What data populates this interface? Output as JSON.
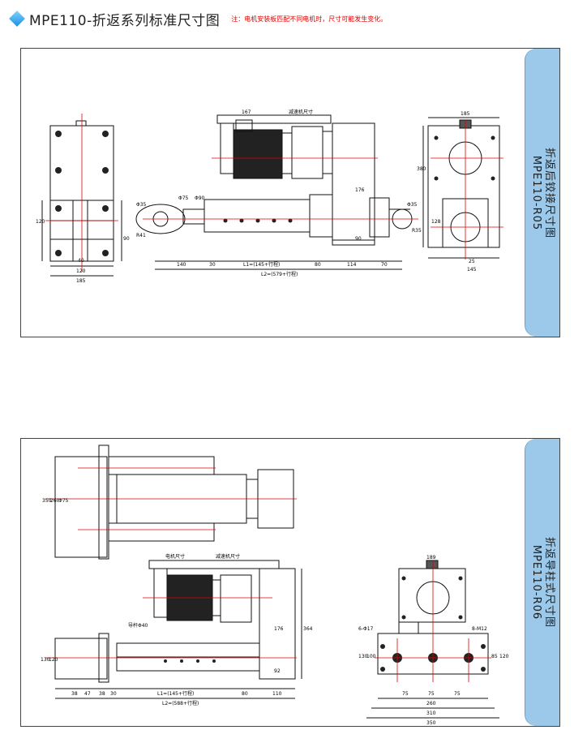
{
  "header": {
    "title": "MPE110-折返系列标准尺寸图",
    "note": "注：电机安装板匹配不同电机时，尺寸可能发生变化。"
  },
  "colors": {
    "accent": "#9cc9ea",
    "centerline": "#e00000",
    "note": "#e00000"
  },
  "panel1": {
    "side_line1": "折返后铰接尺寸图",
    "side_line2": "MPE110-R05",
    "labels": {
      "l167": "167",
      "reducer": "减速机尺寸",
      "d185": "185",
      "phi35a": "Φ35",
      "phi75": "Φ75",
      "phi90": "Φ90",
      "d176": "176",
      "phi35b": "Φ35",
      "r41": "R41",
      "r35": "R35",
      "d120v": "120",
      "d90": "90",
      "d40": "40",
      "d120": "120",
      "d185b": "185",
      "d140": "140",
      "d30": "30",
      "l1": "L1=(145+行程)",
      "d80": "80",
      "d114": "114",
      "d70": "70",
      "l2": "L2=(579+行程)",
      "d90b": "90",
      "d380": "380",
      "d128": "128",
      "d25": "25",
      "d145": "145"
    }
  },
  "panel2": {
    "side_line1": "折返导柱式尺寸图",
    "side_line2": "MPE110-R06",
    "labels": {
      "d350": "350",
      "d260": "260",
      "phi75": "Φ75",
      "motor": "电机尺寸",
      "reducer": "减速机尺寸",
      "guide": "导杆Φ40",
      "d176": "176",
      "d364": "364",
      "d130": "130",
      "d120": "120",
      "d92": "92",
      "d38a": "38",
      "d47": "47",
      "d38b": "38",
      "d30": "30",
      "l1": "L1=(145+行程)",
      "d80": "80",
      "d110": "110",
      "l2": "L2=(588+行程)",
      "d189": "189",
      "holes6": "6-Φ17",
      "m12": "8-M12",
      "d130r": "130",
      "d100": "100",
      "d85": "85",
      "d120r": "120",
      "d75a": "75",
      "d75b": "75",
      "d75c": "75",
      "d260b": "260",
      "d310": "310",
      "d350b": "350"
    }
  }
}
